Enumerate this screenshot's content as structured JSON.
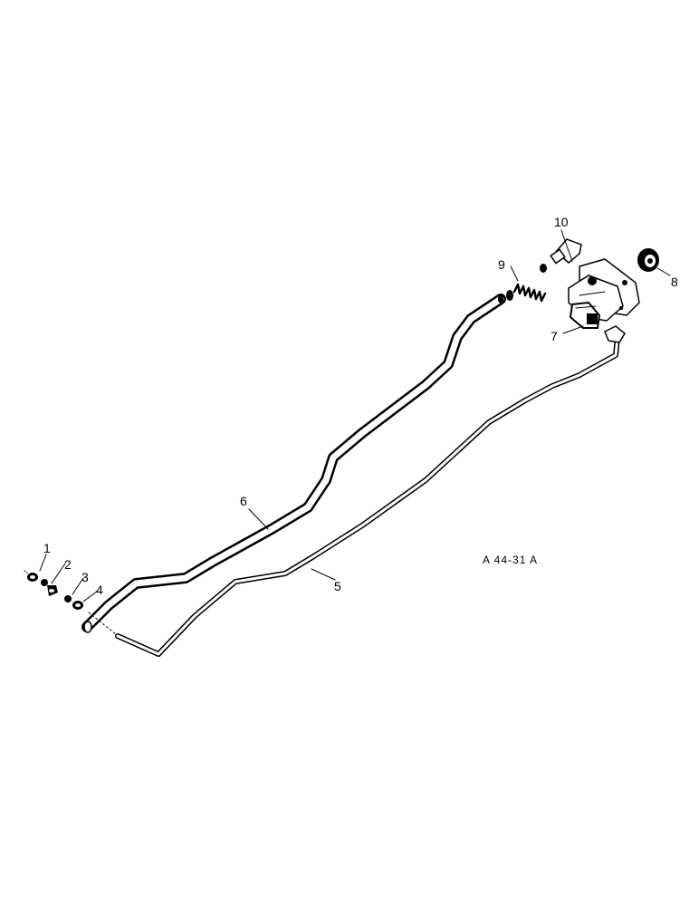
{
  "diagram": {
    "reference": "A 44-31 A",
    "callouts": [
      {
        "id": "1",
        "text": "1"
      },
      {
        "id": "2",
        "text": "2"
      },
      {
        "id": "3",
        "text": "3"
      },
      {
        "id": "4",
        "text": "4"
      },
      {
        "id": "5",
        "text": "5"
      },
      {
        "id": "6",
        "text": "6"
      },
      {
        "id": "7",
        "text": "7"
      },
      {
        "id": "8",
        "text": "8"
      },
      {
        "id": "9",
        "text": "9"
      },
      {
        "id": "10",
        "text": "10"
      }
    ]
  }
}
